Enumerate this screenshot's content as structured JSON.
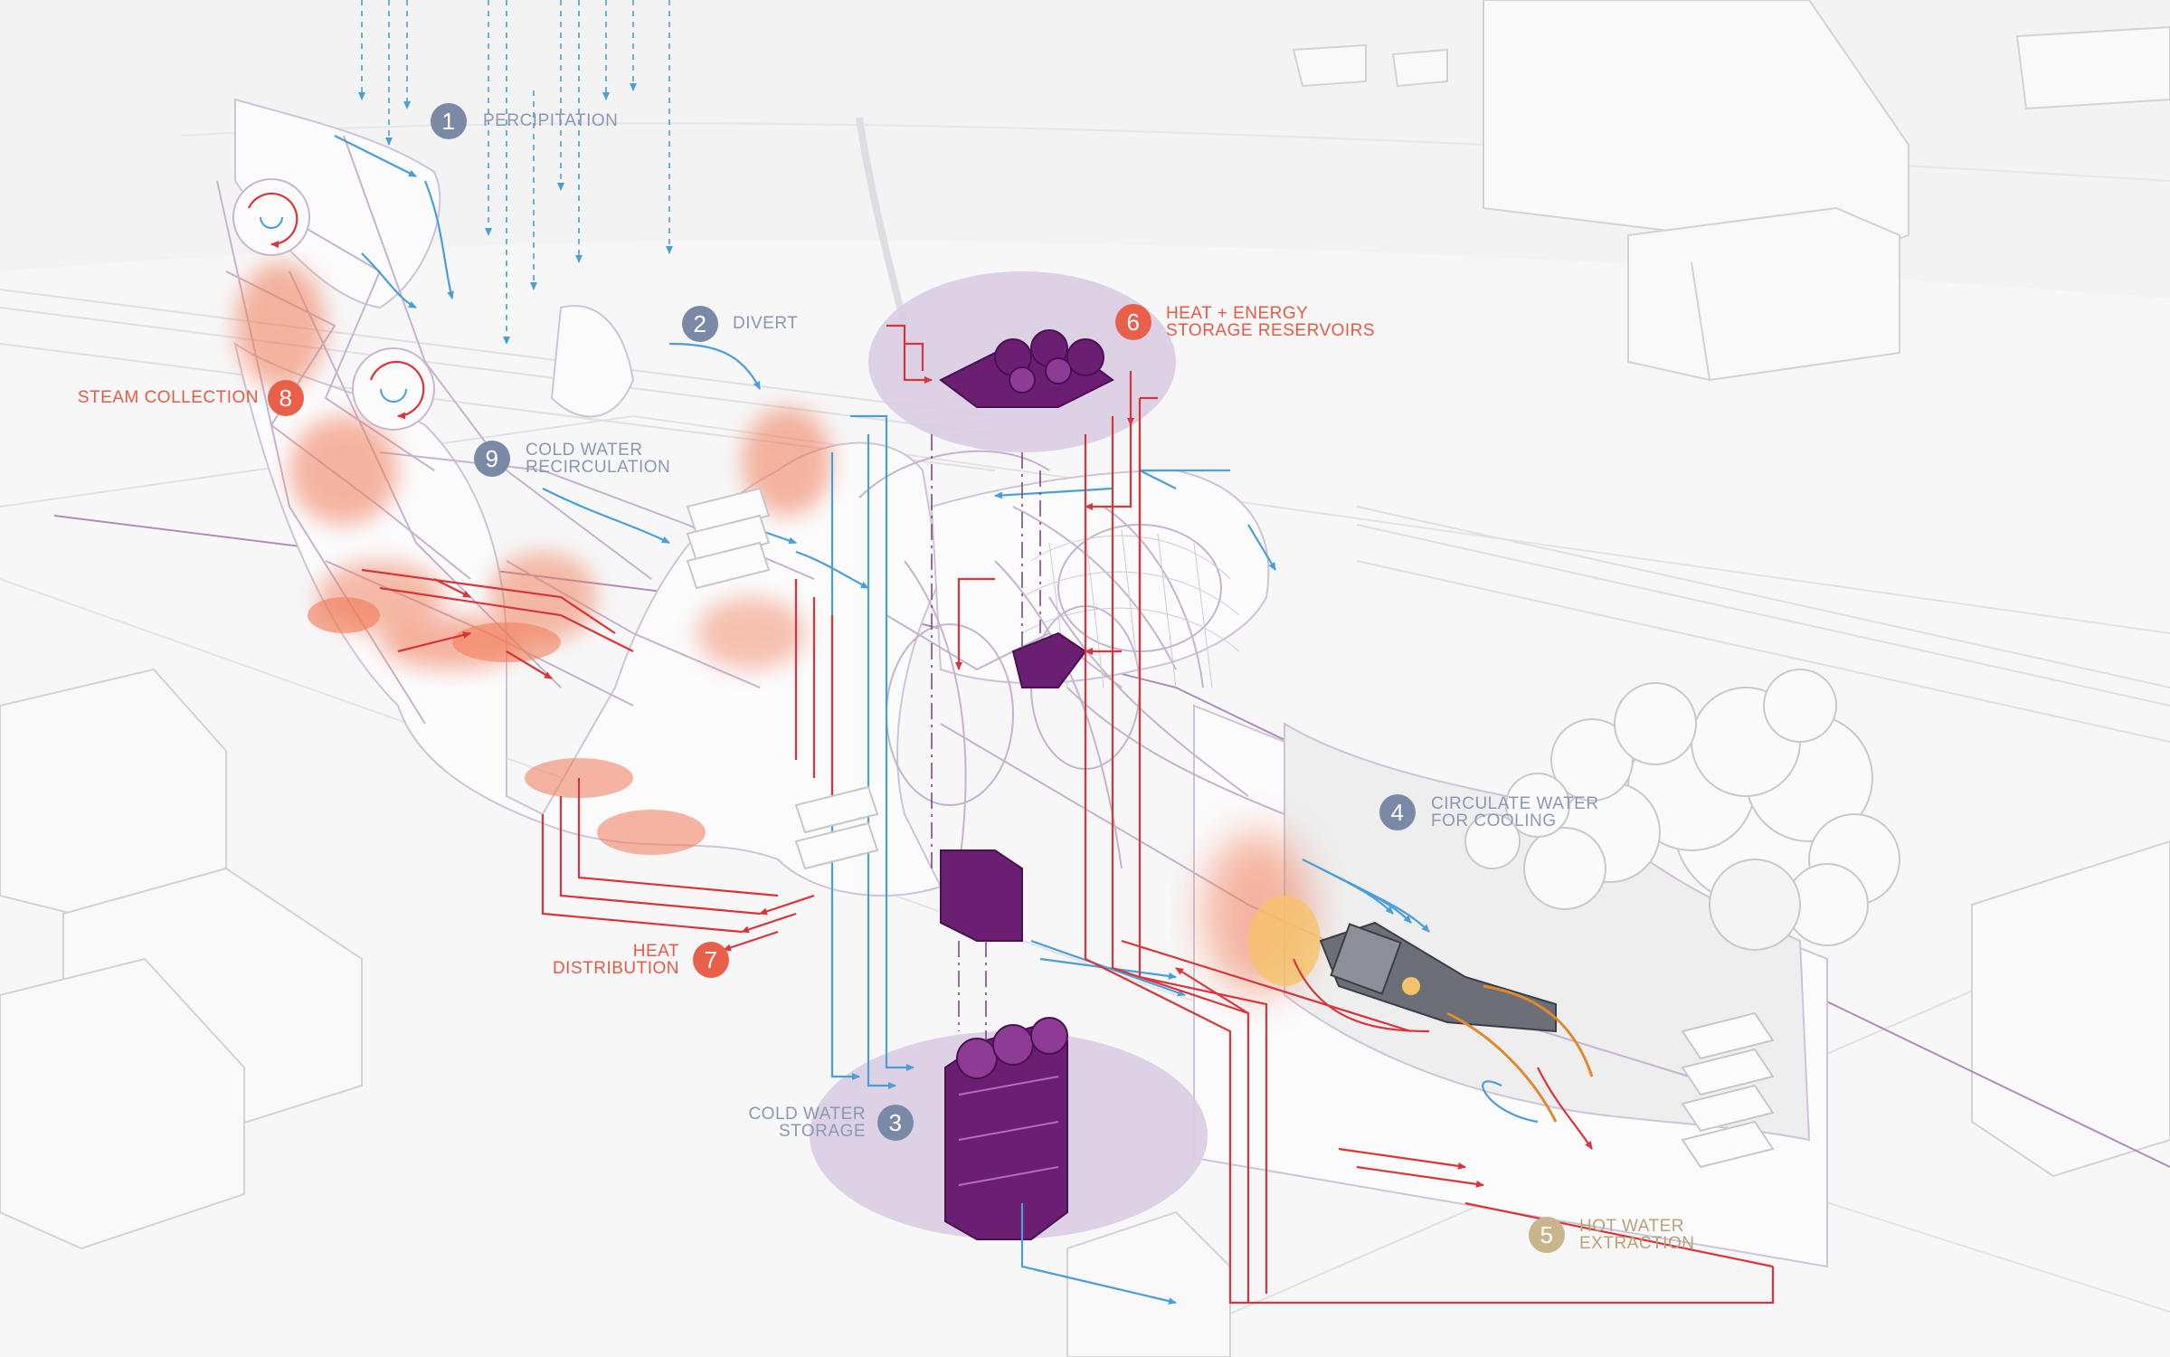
{
  "diagram": {
    "steps": [
      {
        "number": "1",
        "line1": "PERCIPITATION",
        "line2": "",
        "color": "#7a8aa6"
      },
      {
        "number": "2",
        "line1": "DIVERT",
        "line2": "",
        "color": "#7a8aa6"
      },
      {
        "number": "3",
        "line1": "COLD WATER",
        "line2": "STORAGE",
        "color": "#7a8aa6"
      },
      {
        "number": "4",
        "line1": "CIRCULATE WATER",
        "line2": "FOR COOLING",
        "color": "#7a8aa6"
      },
      {
        "number": "5",
        "line1": "HOT WATER",
        "line2": "EXTRACTION",
        "color": "#c9b58c"
      },
      {
        "number": "6",
        "line1": "HEAT + ENERGY",
        "line2": "STORAGE RESERVOIRS",
        "color": "#e9604a"
      },
      {
        "number": "7",
        "line1": "HEAT",
        "line2": "DISTRIBUTION",
        "color": "#e9604a"
      },
      {
        "number": "8",
        "line1": "STEAM COLLECTION",
        "line2": "",
        "color": "#e9604a"
      },
      {
        "number": "9",
        "line1": "COLD WATER",
        "line2": "RECIRCULATION",
        "color": "#7a8aa6"
      }
    ],
    "colors": {
      "cold_water": "#4a9fd8",
      "hot_water": "#d8343a",
      "steam": "#f07a55",
      "storage_fill": "#6b1f73",
      "storage_zone": "#d9cde2",
      "structure": "#b9a3c4"
    }
  }
}
